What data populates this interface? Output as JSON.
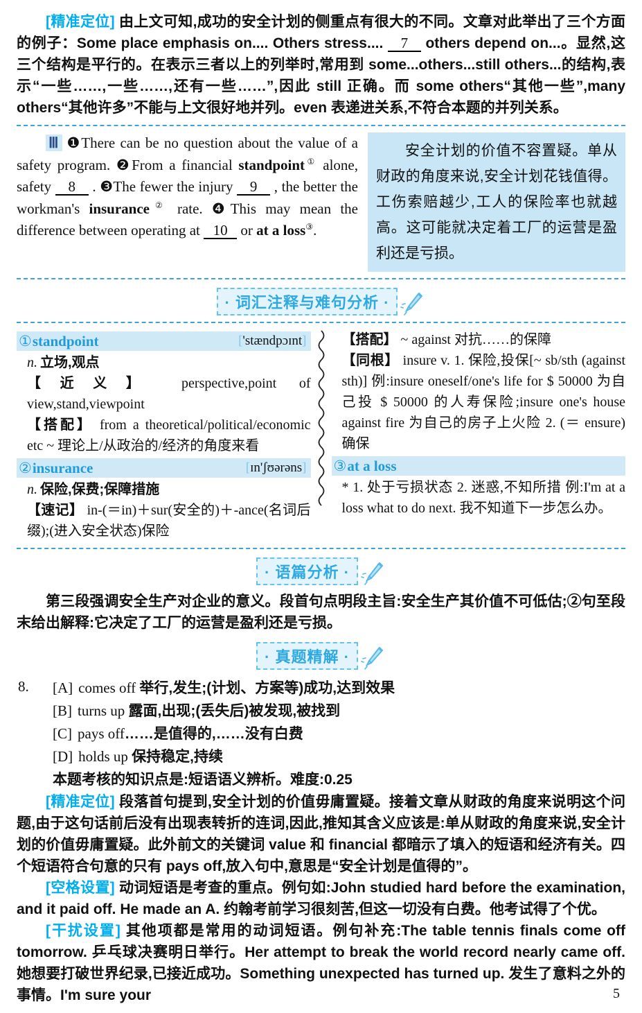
{
  "top_analysis": {
    "label": "[精准定位]",
    "pre": "由上文可知,成功的安全计划的侧重点有很大的不同。文章对此举出了三个方面的例子：Some place emphasis on.... Others stress.... ",
    "blank": "7",
    "post": " others depend on...。显然,这三个结构是平行的。在表示三者以上的列举时,常用到 some...others...still others...的结构,表示“一些……,一些……,还有一些……”,因此 still 正确。而 some others“其他一些”,many others“其他许多”不能与上文很好地并列。even 表递进关系,不符合本题的并列关系。"
  },
  "passage": {
    "marker": "Ⅲ",
    "s1": "❶There can be no question about the value of a safety program. ❷From a financial ",
    "w1": "standpoint",
    "sup1": "①",
    "s2": " alone, safety ",
    "b1": "8",
    "s3": " . ❸The fewer the injury ",
    "b2": "9",
    "s4": " , the better the workman's ",
    "w2": "insurance",
    "sup2": "②",
    "s5": " rate. ❹This may mean the difference between operating at ",
    "b3": "10",
    "s6": " or ",
    "w3": "at a loss",
    "sup3": "③",
    "s7": "."
  },
  "translation": "安全计划的价值不容置疑。单从财政的角度来说,安全计划花钱值得。工伤索赔越少,工人的保险率也就越高。这可能就决定着工厂的运营是盈利还是亏损。",
  "headers": {
    "vocab": "· 词汇注释与难句分析 ·",
    "discourse": "· 语篇分析 ·",
    "exam": "· 真题精解 ·"
  },
  "vocab": {
    "entry1": {
      "num": "①",
      "word": "standpoint",
      "pron_open": "[",
      "pron": "'stændpɔɪnt",
      "pron_close": "]",
      "pos_label": "n.",
      "pos_text": "立场,观点",
      "syn_label": "【近义】",
      "syn_text": " perspective,point of view,stand,viewpoint",
      "col_label": "【搭配】",
      "col_text": " from a theoretical/political/economic etc ~ 理论上/从政治的/经济的角度来看"
    },
    "entry2": {
      "num": "②",
      "word": "insurance",
      "pron_open": "[",
      "pron": "ɪn'ʃʊərəns",
      "pron_close": "]",
      "pos_label": "n.",
      "pos_text": "保险,保费;保障措施",
      "mn_label": "【速记】",
      "mn_text": " in-(＝in)＋sur(安全的)＋-ance(名词后缀);(进入安全状态)保险",
      "col2_label": "【搭配】",
      "col2_text": " ~ against 对抗……的保障",
      "root_label": "【同根】",
      "root_text": " insure v. 1. 保险,投保[~ sb/sth (against sth)] 例:insure oneself/one's life for $ 50000 为自己投 $ 50000 的人寿保险;insure one's house against fire 为自己的房子上火险 2. (＝ ensure) 确保"
    },
    "entry3": {
      "num": "③",
      "word": "at a loss",
      "def_text": "* 1. 处于亏损状态 2. 迷惑,不知所措 例:I'm at a loss what to do next. 我不知道下一步怎么办。"
    }
  },
  "discourse_analysis": "第三段强调安全生产对企业的意义。段首句点明段主旨:安全生产其价值不可低估;②句至段末给出解释:它决定了工厂的运营是盈利还是亏损。",
  "question": {
    "number": "8.",
    "options": [
      {
        "tag": "[A]",
        "phrase": "comes off ",
        "gloss": "举行,发生;(计划、方案等)成功,达到效果"
      },
      {
        "tag": "[B]",
        "phrase": "turns up ",
        "gloss": "露面,出现;(丢失后)被发现,被找到"
      },
      {
        "tag": "[C]",
        "phrase": "pays off",
        "gloss": "……是值得的,……没有白费"
      },
      {
        "tag": "[D]",
        "phrase": "holds up ",
        "gloss": "保持稳定,持续"
      }
    ],
    "note": "本题考核的知识点是:短语语义辨析。难度:0.25"
  },
  "explanations": [
    {
      "label": "[精准定位]",
      "text": "段落首句提到,安全计划的价值毋庸置疑。接着文章从财政的角度来说明这个问题,由于这句话前后没有出现表转折的连词,因此,推知其含义应该是:单从财政的角度来说,安全计划的价值毋庸置疑。此外前文的关键词 value 和 financial 都暗示了填入的短语和经济有关。四个短语符合句意的只有 pays off,放入句中,意思是“安全计划是值得的”。"
    },
    {
      "label": "[空格设置]",
      "text": "动词短语是考查的重点。例句如:John studied hard before the examination, and it paid off. He made an A. 约翰考前学习很刻苦,但这一切没有白费。他考试得了个优。"
    },
    {
      "label": "[干扰设置]",
      "text": "其他项都是常用的动词短语。例句补充:The table tennis finals come off tomorrow. 乒乓球决赛明日举行。Her attempt to break the world record nearly came off. 她想要打破世界纪录,已接近成功。Something unexpected has turned up. 发生了意料之外的事情。I'm sure your"
    }
  ],
  "page_number": "5",
  "icons": {
    "pen": "blue brush-pen glyph",
    "wavy_divider": "vertical squiggle divider"
  },
  "colors": {
    "accent": "#00aeef",
    "header_blue": "#2fa9e2",
    "panel_bg": "#c8e6f6",
    "bar_bg": "#cfe9f7",
    "dash": "#3aa3d8"
  }
}
